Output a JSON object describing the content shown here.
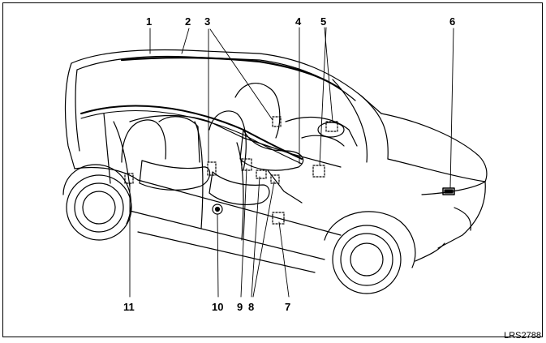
{
  "figure": {
    "code": "LRS2788",
    "callouts": {
      "c1": "1",
      "c2": "2",
      "c3": "3",
      "c4": "4",
      "c5": "5",
      "c6": "6",
      "c7": "7",
      "c8": "8",
      "c9": "9",
      "c10": "10",
      "c11": "11"
    }
  },
  "colors": {
    "line": "#000000",
    "background": "#ffffff"
  }
}
